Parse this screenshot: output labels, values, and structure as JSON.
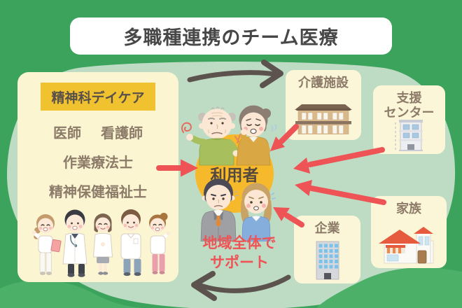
{
  "title": "多職種連携のチーム医療",
  "left_panel": {
    "header": "精神科デイケア",
    "roles": {
      "doctor": "医師",
      "nurse": "看護師",
      "occupational_therapist": "作業療法士",
      "psychiatric_social_worker": "精神保健福祉士"
    }
  },
  "center": {
    "user_label": "利用者",
    "support_text": "地域全体で\nサポート"
  },
  "nodes": {
    "care_facility": {
      "label": "介護施設",
      "icon": "apartment-building-icon"
    },
    "support_center": {
      "label": "支援\nセンター",
      "icon": "office-building-icon"
    },
    "company": {
      "label": "企業",
      "icon": "office-tower-icon"
    },
    "family": {
      "label": "家族",
      "icon": "house-icon"
    }
  },
  "icons": {
    "left_panel": "medical-staff-group-icon",
    "center": "patients-group-icon"
  },
  "colors": {
    "background_green": "#3BA35B",
    "mint_blob": "#BEDCC3",
    "wave_green": "#4DB068",
    "panel_cream": "#FBF5D2",
    "node_cream": "#FCF6D8",
    "header_yellow": "#F1C230",
    "circle_orange": "#F6B92B",
    "accent_red": "#EE5356",
    "arrow_dark": "#5C524E",
    "title_text": "#474747",
    "label_brown": "#8C7B69"
  }
}
